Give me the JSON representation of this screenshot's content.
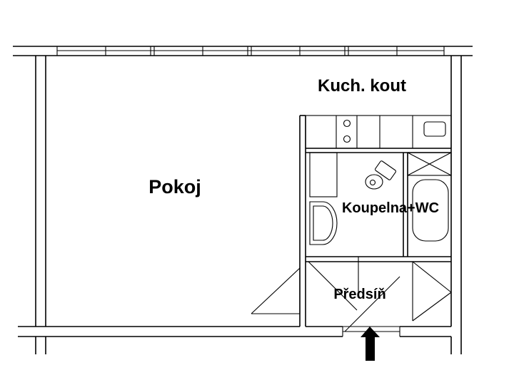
{
  "colors": {
    "line": "#000000",
    "background": "#ffffff"
  },
  "rooms": {
    "pokoj": "Pokoj",
    "kitchen": "Kuch. kout",
    "bathroom": "Koupelna+WC",
    "hall": "Předsíň"
  },
  "icons": {
    "entrance": "entrance-arrow-icon",
    "toilet": "toilet-icon",
    "bathtub": "bathtub-icon",
    "sink": "sink-icon",
    "stove": "stove-icon"
  }
}
